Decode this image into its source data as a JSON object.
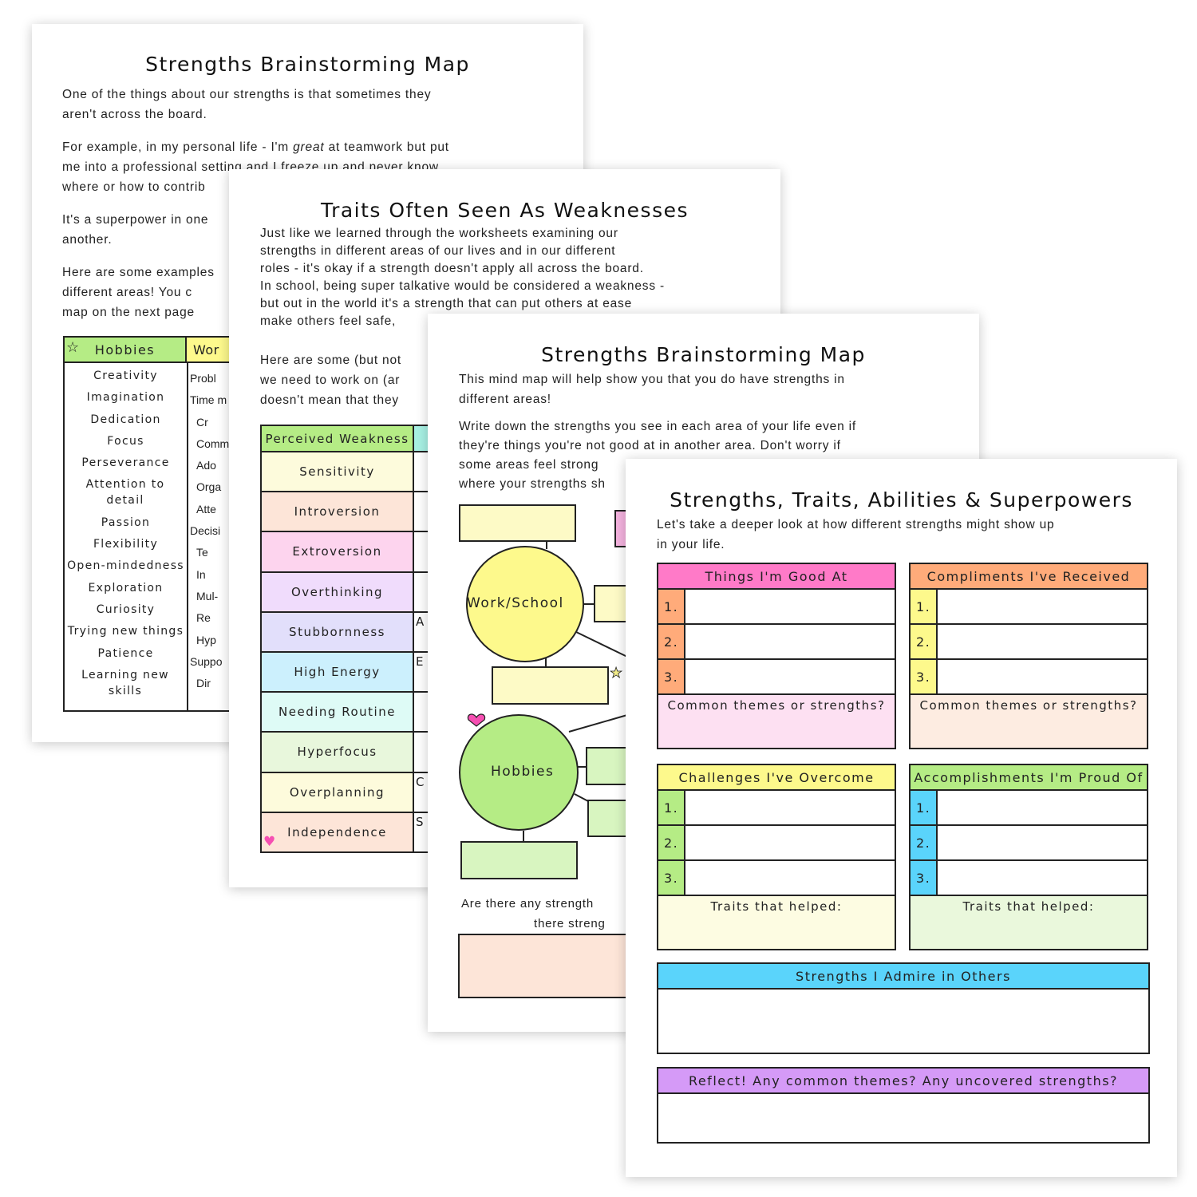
{
  "page1": {
    "title": "Strengths Brainstorming Map",
    "para1": [
      "One of the things about our strengths is that sometimes they",
      "aren't across the board."
    ],
    "para2": [
      "For example, in my personal life - I'm ",
      "great",
      " at teamwork but put",
      "me into a professional setting and I freeze up and never know",
      "where or how to contrib"
    ],
    "para3": [
      "It's a superpower in one",
      "another."
    ],
    "para4": [
      "Here are some examples",
      "different areas! You c",
      "map on the next page"
    ],
    "table": {
      "col1_header": "Hobbies",
      "col2_header": "Wor",
      "col1": [
        "Creativity",
        "Imagination",
        "Dedication",
        "Focus",
        "Perseverance",
        "Attention to detail",
        "Passion",
        "Flexibility",
        "Open-mindedness",
        "Exploration",
        "Curiosity",
        "Trying new things",
        "Patience",
        "Learning new skills"
      ],
      "col2": [
        "Probl",
        "Time m",
        "Cr",
        "Comm",
        "Ado",
        "Orga",
        "Atte",
        "Decisi",
        "Te",
        "In",
        "Mul-",
        "Re",
        "Hyp",
        "Suppo",
        "Dir"
      ]
    }
  },
  "page2": {
    "title": "Traits Often Seen As Weaknesses",
    "para1": [
      "Just like we learned through the worksheets examining our",
      "strengths in different areas of our lives and in our different",
      "roles - it's okay if a strength doesn't apply all across the board.",
      "In school, being super talkative would be considered a weakness -",
      "but out in the world it's a strength that can put others at ease",
      "make others feel safe,"
    ],
    "para2": [
      "Here are some (but not",
      "we need to work on (ar",
      "doesn't mean that they"
    ],
    "table": {
      "header": "Perceived Weakness",
      "rows": [
        {
          "label": "Sensitivity",
          "color": "#fdfbdc",
          "col2": ""
        },
        {
          "label": "Introversion",
          "color": "#fde5d8",
          "col2": ""
        },
        {
          "label": "Extroversion",
          "color": "#fdd4ee",
          "col2": ""
        },
        {
          "label": "Overthinking",
          "color": "#f0dcfc",
          "col2": ""
        },
        {
          "label": "Stubbornness",
          "color": "#e2dffb",
          "col2": "A"
        },
        {
          "label": "High Energy",
          "color": "#ccf0fd",
          "col2": "E"
        },
        {
          "label": "Needing Routine",
          "color": "#defbf6",
          "col2": ""
        },
        {
          "label": "Hyperfocus",
          "color": "#e8f7dc",
          "col2": ""
        },
        {
          "label": "Overplanning",
          "color": "#fdfbdc",
          "col2": "C"
        },
        {
          "label": "Independence",
          "color": "#fde5d8",
          "col2": "S"
        }
      ]
    }
  },
  "page3": {
    "title": "Strengths Brainstorming Map",
    "para1": [
      "This mind map will help show you that you do have strengths in",
      "different areas!"
    ],
    "para2": [
      "Write down the strengths you see in each area of your life even if",
      "they're things you're not good at in another area. Don't worry if",
      "some areas feel strong",
      "where your strengths sh"
    ],
    "nodes": {
      "work": "Work/School",
      "hobbies": "Hobbies"
    },
    "question": [
      "Are there any strength",
      "there streng"
    ]
  },
  "page4": {
    "title": "Strengths, Traits, Abilities & Superpowers",
    "intro": [
      "Let's take a deeper look at how different strengths might show up",
      "in your life."
    ],
    "boxes": [
      {
        "header": "Things I'm Good At",
        "numbers": [
          "1.",
          "2.",
          "3."
        ],
        "footer": "Common themes or strengths?",
        "header_color": "#ff7ac8",
        "num_color": "#ffab7a",
        "footer_color": "#fde0f2"
      },
      {
        "header": "Compliments I've Received",
        "numbers": [
          "1.",
          "2.",
          "3."
        ],
        "footer": "Common themes or strengths?",
        "header_color": "#ffab7a",
        "num_color": "#fdf98c",
        "footer_color": "#fdece1"
      },
      {
        "header": "Challenges I've Overcome",
        "numbers": [
          "1.",
          "2.",
          "3."
        ],
        "footer": "Traits that helped:",
        "header_color": "#fdf98c",
        "num_color": "#b5ec85",
        "footer_color": "#fdfce2"
      },
      {
        "header": "Accomplishments I'm Proud Of",
        "numbers": [
          "1.",
          "2.",
          "3."
        ],
        "footer": "Traits that helped:",
        "header_color": "#b5ec85",
        "num_color": "#5ad4fb",
        "footer_color": "#eaf8dc"
      }
    ],
    "admire": {
      "header": "Strengths I Admire in Others",
      "color": "#5ad4fb"
    },
    "reflect": {
      "header": "Reflect! Any common themes? Any uncovered strengths?",
      "color": "#d59af7"
    }
  }
}
